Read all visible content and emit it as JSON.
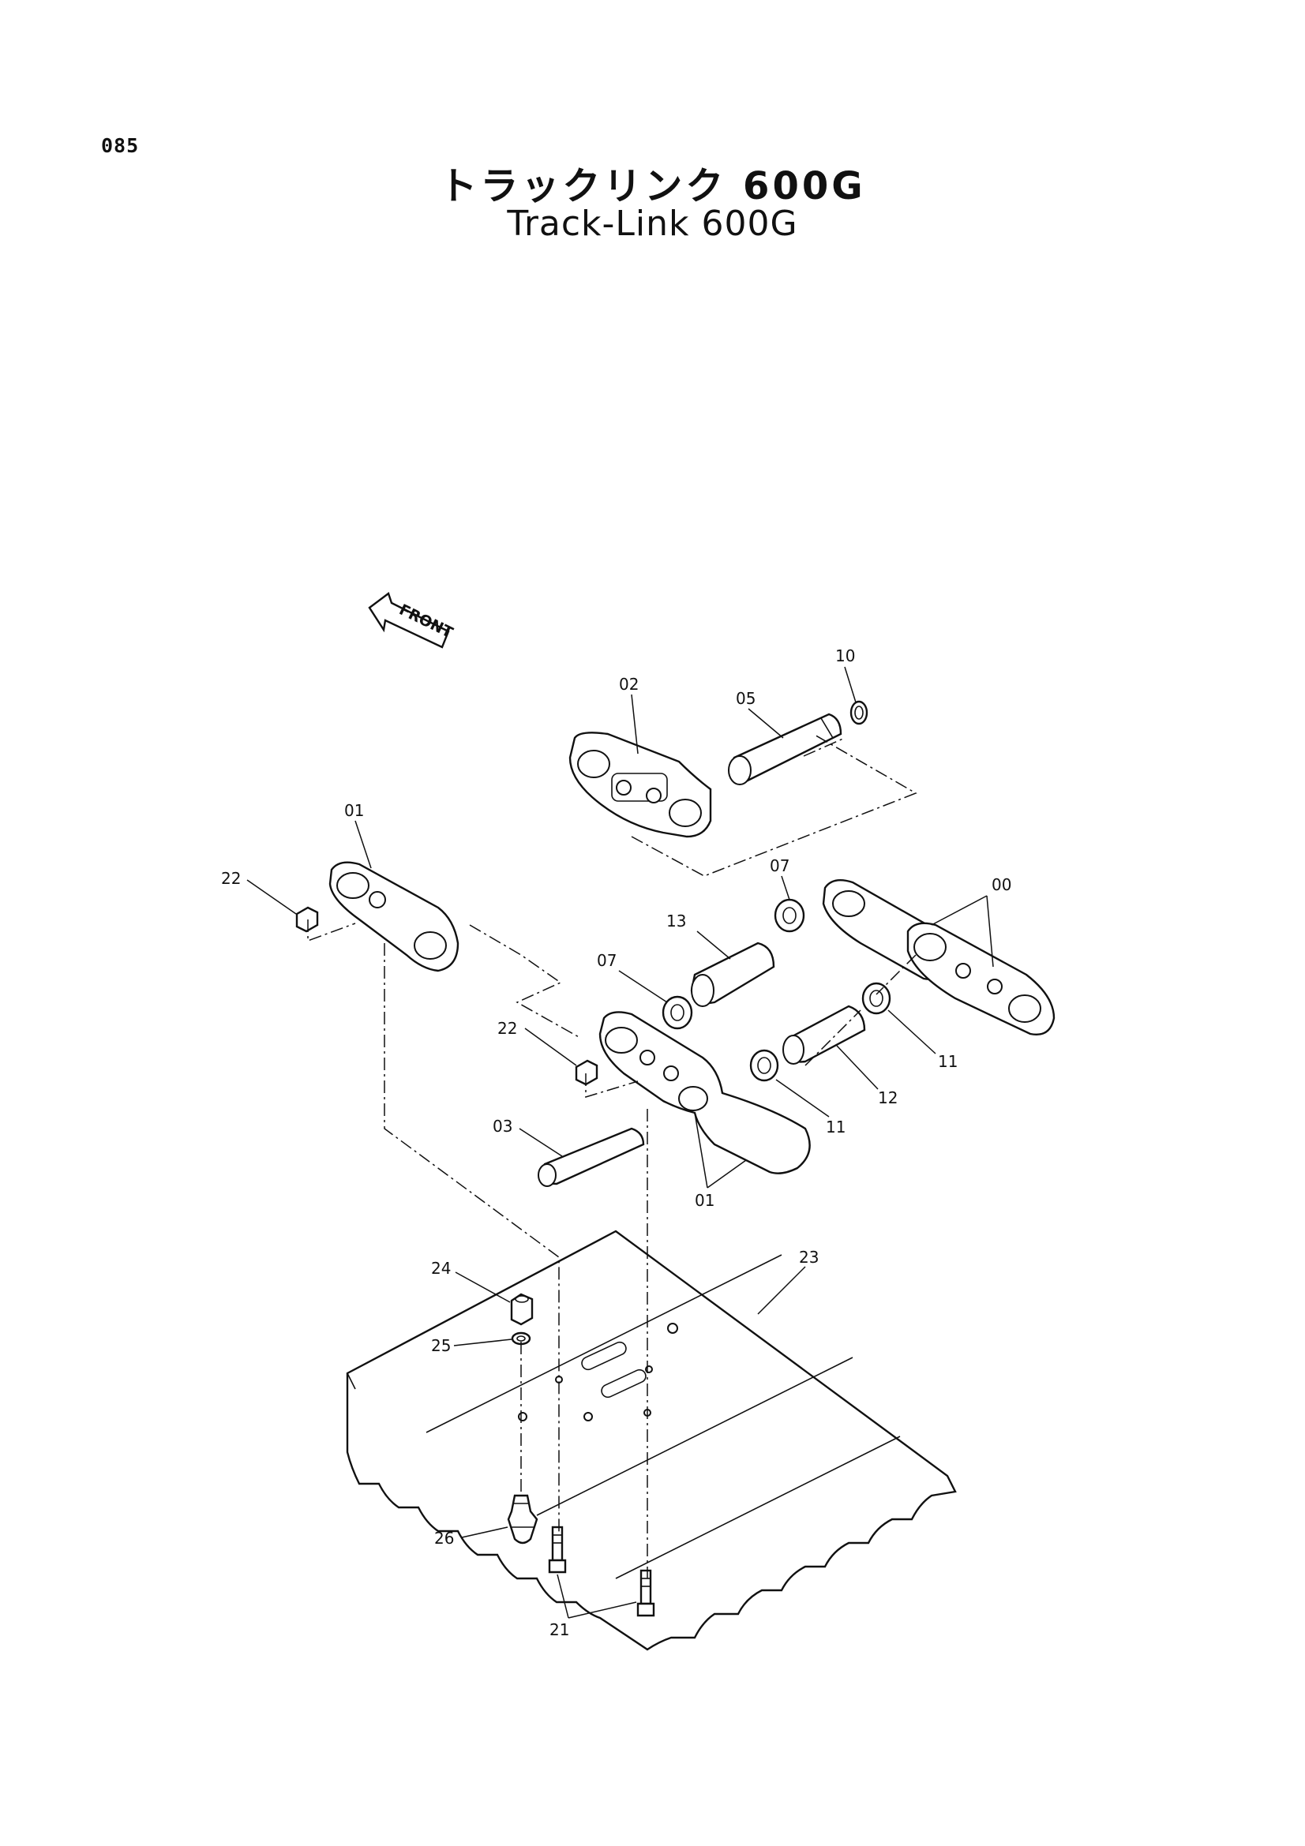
{
  "page": {
    "number": "085",
    "title_jp": "トラックリンク 600G",
    "title_en": "Track-Link 600G"
  },
  "diagram": {
    "front_label": "FRONT",
    "callouts": [
      "00",
      "01",
      "01",
      "02",
      "03",
      "05",
      "07",
      "07",
      "10",
      "11",
      "11",
      "12",
      "13",
      "21",
      "22",
      "22",
      "23",
      "24",
      "25",
      "26"
    ]
  }
}
